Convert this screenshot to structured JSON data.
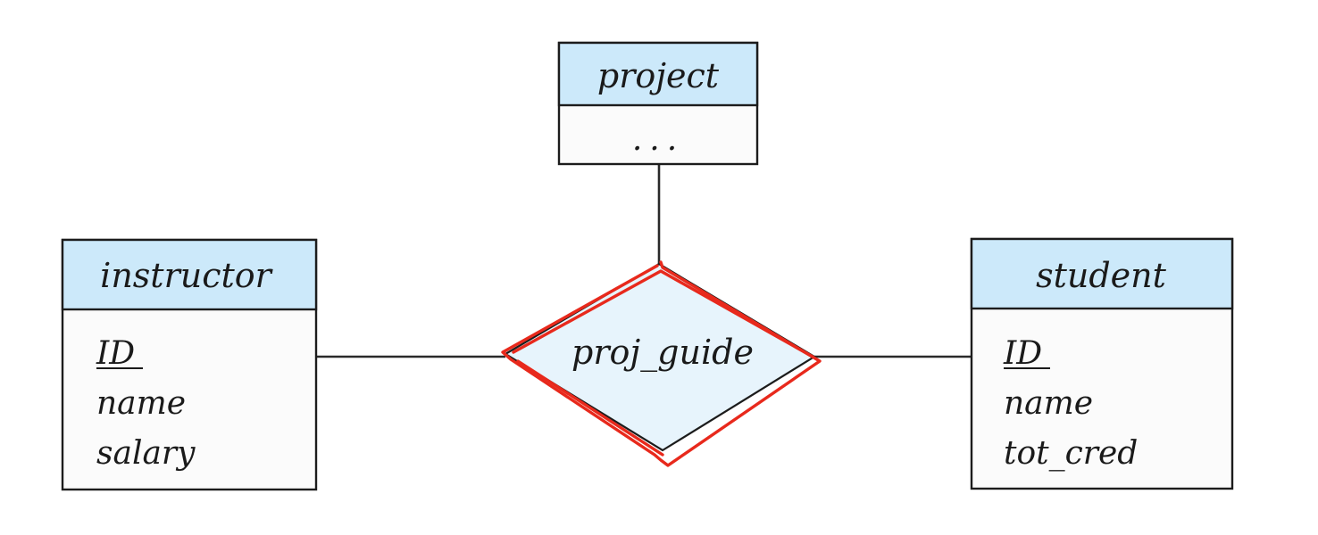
{
  "entities": {
    "project": {
      "name": "project",
      "attributes": [
        "..."
      ]
    },
    "instructor": {
      "name": "instructor",
      "attributes": [
        "ID",
        "name",
        "salary"
      ],
      "primary_key": "ID"
    },
    "student": {
      "name": "student",
      "attributes": [
        "ID",
        "name",
        "tot_cred"
      ],
      "primary_key": "ID"
    }
  },
  "relationship": {
    "name": "proj_guide",
    "highlighted": true
  },
  "colors": {
    "entity_header": "#cce9fa",
    "relationship_fill": "#e7f4fc",
    "highlight_ink": "#e8291c",
    "lines": "#1c1c1c"
  }
}
